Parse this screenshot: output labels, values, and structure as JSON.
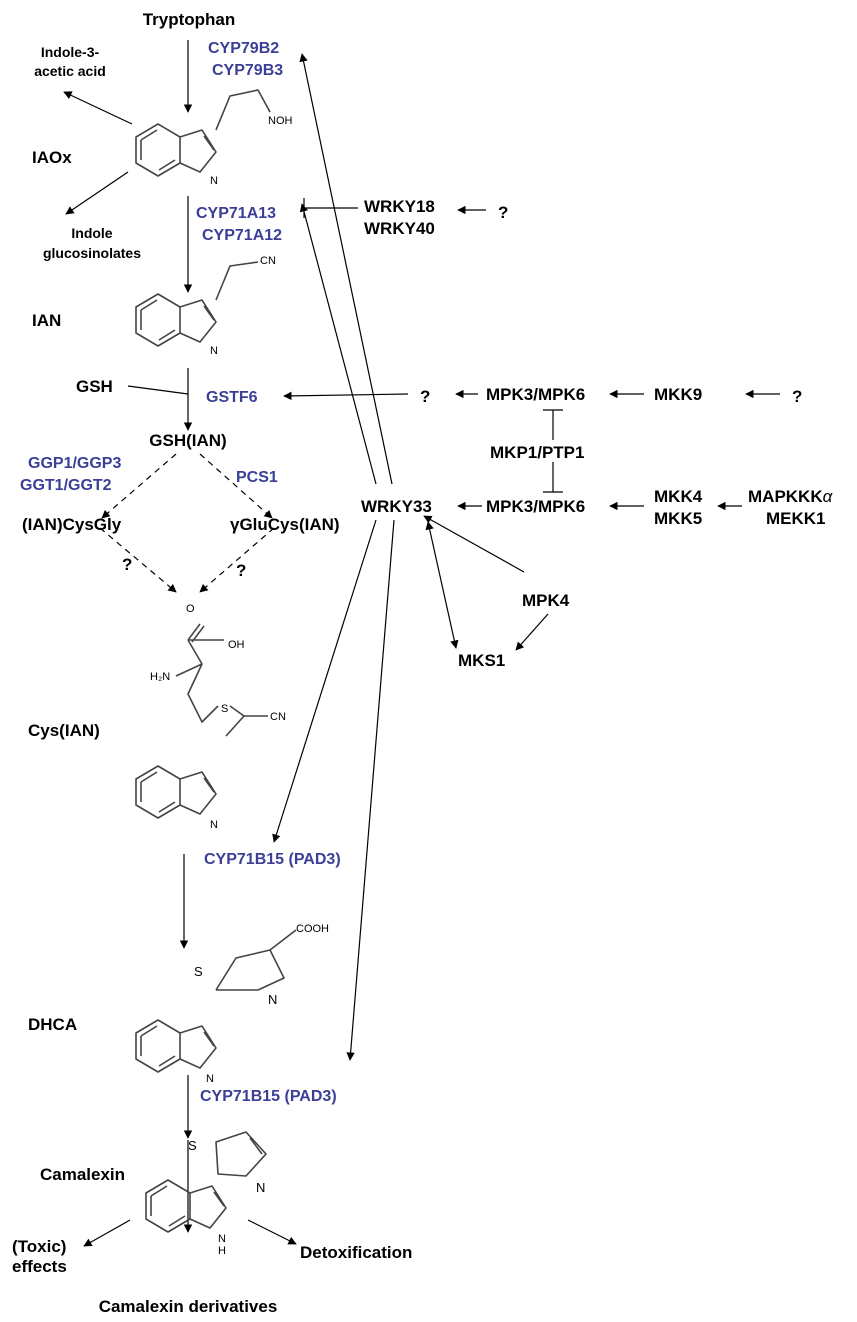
{
  "compounds": {
    "tryptophan": "Tryptophan",
    "iaox": "IAOx",
    "ian": "IAN",
    "gsh": "GSH",
    "gsh_ian": "GSH(IAN)",
    "ian_cysgly": "(IAN)CysGly",
    "glucys_ian": "γGluCys(IAN)",
    "cys_ian": "Cys(IAN)",
    "dhca": "DHCA",
    "camalexin": "Camalexin"
  },
  "side_products": {
    "iaa_line1": "Indole-3-",
    "iaa_line2": "acetic acid",
    "ig_line1": "Indole",
    "ig_line2": "glucosinolates"
  },
  "enzymes": {
    "cyp79b2": "CYP79B2",
    "cyp79b3": "CYP79B3",
    "cyp71a13": "CYP71A13",
    "cyp71a12": "CYP71A12",
    "gstf6": "GSTF6",
    "ggp": "GGP1/GGP3",
    "ggt": "GGT1/GGT2",
    "pcs1": "PCS1",
    "cyp71b15_a": "CYP71B15 (PAD3)",
    "cyp71b15_b": "CYP71B15 (PAD3)"
  },
  "regulators": {
    "wrky18": "WRKY18",
    "wrky40": "WRKY40",
    "wrky33": "WRKY33",
    "mpk36_top": "MPK3/MPK6",
    "mpk36_bottom": "MPK3/MPK6",
    "mkp1_ptp1": "MKP1/PTP1",
    "mkk9": "MKK9",
    "mkk4": "MKK4",
    "mkk5": "MKK5",
    "mapkkk_prefix": "MAPKKK",
    "mapkkk_alpha": "α",
    "mekk1": "MEKK1",
    "mpk4": "MPK4",
    "mks1": "MKS1"
  },
  "unknowns": {
    "q_wrky": "?",
    "q_gstf6": "?",
    "q_mkk9": "?",
    "q_left": "?",
    "q_right": "?"
  },
  "outcomes": {
    "toxic_line1": "(Toxic)",
    "toxic_line2": "effects",
    "detox": "Detoxification",
    "derivatives": "Camalexin derivatives"
  },
  "atoms": {
    "noh": "NOH",
    "cn1": "CN",
    "cn2": "CN",
    "oh": "OH",
    "o": "O",
    "h2n": "H₂N",
    "s_cys": "S",
    "cooh": "COOH",
    "s_dhca": "S",
    "n_dhca": "N",
    "s_cam": "S",
    "n_cam": "N",
    "nh": "N",
    "h": "H"
  },
  "colors": {
    "enzyme": "#3b3f96",
    "label": "#000000",
    "bond": "#444444"
  }
}
